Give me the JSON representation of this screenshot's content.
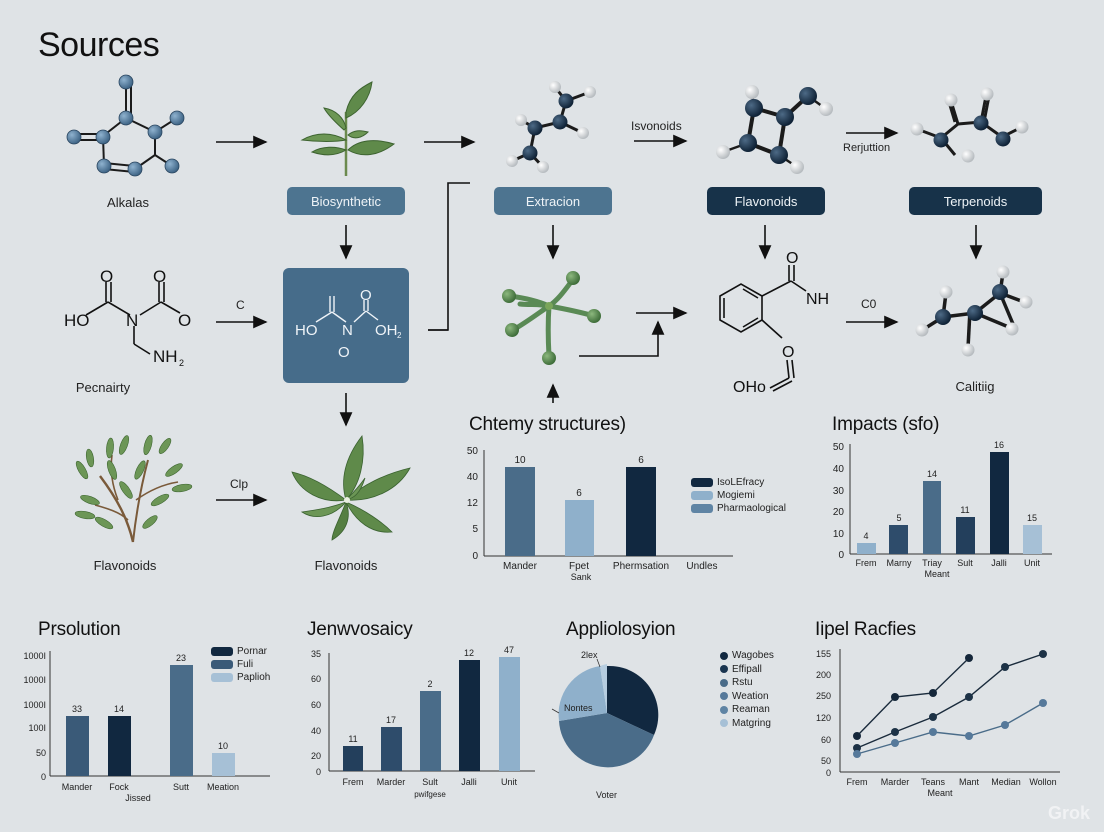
{
  "header": {
    "title": "Sources"
  },
  "diagram": {
    "row1": {
      "alkaloids_label": "Alkalas",
      "biosynthetic_label": "Biosynthetic",
      "extraction_label": "Extracion",
      "flavonoids_pill": "Flavonoids",
      "terpenoids_pill": "Terpenoids",
      "edge_isoflavonoids": "Isvonoids",
      "edge_reduction": "Rerjuttion"
    },
    "row2": {
      "penicillin_label": "Pecnairty",
      "edge_c": "C",
      "edge_co": "C0",
      "calcium_label": "Calitiig",
      "mol_left_texts": [
        "HO",
        "N",
        "O",
        "NH₂",
        "O",
        "O"
      ],
      "mol_box_texts": [
        "HO",
        "N",
        "OH₂",
        "O",
        "O"
      ],
      "mol_right_texts": [
        "O",
        "NH",
        "O",
        "OHo"
      ]
    },
    "row3": {
      "left_label": "Flavonoids",
      "edge_clp": "Clp",
      "right_label": "Flavonoids"
    }
  },
  "colors": {
    "background": "#dfe3e6",
    "dark_navy": "#112840",
    "navy": "#233f5c",
    "slate": "#4a6c89",
    "steel": "#56799a",
    "light_blue": "#8fb0cb",
    "pale_blue": "#a6c0d6",
    "leaf_green": "#5f8a4a"
  },
  "chart_data": [
    {
      "id": "chemistry-structures",
      "type": "bar",
      "title": "Chtemy structures)",
      "categories": [
        "Mander",
        "Fpet Sank",
        "Phermsation",
        "Undles"
      ],
      "values": [
        44,
        24,
        44,
        0
      ],
      "data_labels": [
        "10",
        "6",
        "6",
        ""
      ],
      "colors": [
        "#4a6c89",
        "#8fb0cb",
        "#112840",
        null
      ],
      "yticks": [
        "50",
        "40",
        "12",
        "5",
        "0"
      ],
      "ylim": [
        0,
        50
      ],
      "legend": [
        {
          "label": "IsoLEfracy",
          "color": "#112840"
        },
        {
          "label": "Mogiemi",
          "color": "#8fb0cb"
        },
        {
          "label": "Pharmaological",
          "color": "#5f84a4"
        }
      ]
    },
    {
      "id": "impacts",
      "type": "bar",
      "title": "Impacts (sfo)",
      "categories": [
        "Frem",
        "Marny",
        "Triay",
        "Sult",
        "Jalli",
        "Unit"
      ],
      "xlabel": "Meant",
      "values": [
        5,
        13.5,
        33.5,
        17,
        46.5,
        13.5
      ],
      "data_labels": [
        "4",
        "5",
        "14",
        "11",
        "16",
        "15"
      ],
      "colors": [
        "#8fb0cb",
        "#2e4c6b",
        "#4a6c89",
        "#233f5c",
        "#112840",
        "#a6c0d6"
      ],
      "yticks": [
        "50",
        "40",
        "30",
        "20",
        "10",
        "0"
      ],
      "ylim": [
        0,
        50
      ]
    },
    {
      "id": "prsolution",
      "type": "bar",
      "title": "Prsolution",
      "categories": [
        "Mander",
        "Fock",
        "Sutt",
        "Meation"
      ],
      "xlabel": "Jissed",
      "values": [
        60,
        60,
        103,
        22
      ],
      "data_labels": [
        "33",
        "14",
        "23",
        "10"
      ],
      "colors": [
        "#3a5a78",
        "#112840",
        "#4a6c89",
        "#a6c0d6"
      ],
      "yticks": [
        "1000I",
        "1000I",
        "1000I",
        "100I",
        "50",
        "0"
      ],
      "ylim": [
        0,
        120
      ],
      "legend": [
        {
          "label": "Pornar",
          "color": "#112840"
        },
        {
          "label": "Fuli",
          "color": "#3a5a78"
        },
        {
          "label": "Paplioh",
          "color": "#a6c0d6"
        }
      ]
    },
    {
      "id": "jenwvosaicy",
      "type": "bar",
      "title": "Jenwvosaicy",
      "categories": [
        "Frem",
        "Marder",
        "Sult",
        "Jalli",
        "Unit"
      ],
      "xlabel": "pwifgese",
      "values": [
        20,
        35,
        63,
        87,
        90
      ],
      "data_labels": [
        "11",
        "17",
        "2",
        "12",
        "47"
      ],
      "colors": [
        "#233f5c",
        "#2e4c6b",
        "#4a6c89",
        "#112840",
        "#8fb0cb"
      ],
      "yticks": [
        "35",
        "60",
        "60",
        "40",
        "20",
        "0"
      ],
      "ylim": [
        0,
        100
      ]
    },
    {
      "id": "appliolosyion",
      "type": "pie",
      "title": "Appliolosyion",
      "slices": [
        {
          "label": "Wagobes",
          "value": 33,
          "color": "#112840"
        },
        {
          "label": "Effipall",
          "value": 42,
          "color": "#4a6c89"
        },
        {
          "label": "Nontes",
          "value": 23,
          "color": "#8fb0cb"
        },
        {
          "label": "2lex",
          "value": 2,
          "color": "#b6cde0"
        }
      ],
      "annotations": [
        "2lex",
        "Nontes",
        "Voter"
      ],
      "legend": [
        {
          "label": "Wagobes",
          "color": "#112840"
        },
        {
          "label": "Effipall",
          "color": "#1a3550"
        },
        {
          "label": "Rstu",
          "color": "#4a6c89"
        },
        {
          "label": "Weation",
          "color": "#56799a"
        },
        {
          "label": "Reaman",
          "color": "#5f84a4"
        },
        {
          "label": "Matgring",
          "color": "#a6c0d6"
        }
      ]
    },
    {
      "id": "iipel-racfies",
      "type": "line",
      "title": "Iipel Racfies",
      "categories": [
        "Frem",
        "Marder",
        "Teans",
        "Mant",
        "Median",
        "Wollon"
      ],
      "xlabel": "Meant",
      "yticks": [
        "155",
        "200",
        "250",
        "120",
        "60",
        "50",
        "0"
      ],
      "ylim": [
        0,
        6
      ],
      "series": [
        {
          "name": "series-1",
          "color": "#1a2b3c",
          "values": [
            1.7,
            3.5,
            3.6,
            5.8
          ]
        },
        {
          "name": "series-2",
          "color": "#1a2b3c",
          "values": [
            1.1,
            1.9,
            2.6,
            3.5,
            4.9,
            6.0
          ]
        },
        {
          "name": "series-3",
          "color": "#4a6c89",
          "values": [
            0.9,
            1.4,
            1.9,
            1.7,
            2.3,
            3.3
          ]
        }
      ]
    }
  ],
  "watermark": "Grok"
}
